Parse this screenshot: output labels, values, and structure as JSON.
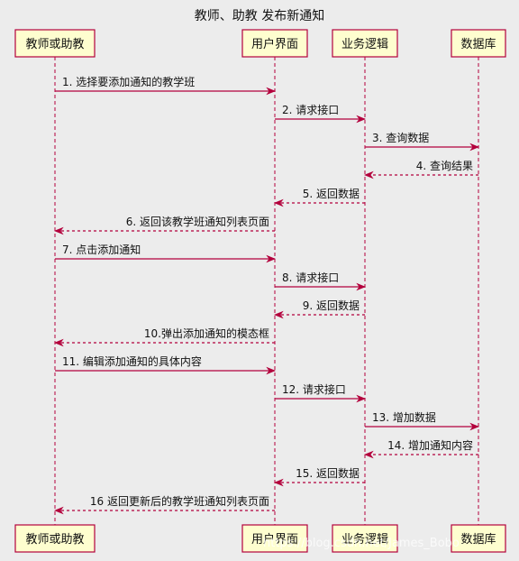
{
  "title": "教师、助教 发布新通知",
  "participants": [
    {
      "id": "teacher",
      "label": "教师或助教"
    },
    {
      "id": "ui",
      "label": "用户界面"
    },
    {
      "id": "logic",
      "label": "业务逻辑"
    },
    {
      "id": "db",
      "label": "数据库"
    }
  ],
  "messages": [
    {
      "from": "teacher",
      "to": "ui",
      "label": "1. 选择要添加通知的教学班",
      "reply": false
    },
    {
      "from": "ui",
      "to": "logic",
      "label": "2. 请求接口",
      "reply": false
    },
    {
      "from": "logic",
      "to": "db",
      "label": "3. 查询数据",
      "reply": false
    },
    {
      "from": "db",
      "to": "logic",
      "label": "4. 查询结果",
      "reply": true
    },
    {
      "from": "logic",
      "to": "ui",
      "label": "5. 返回数据",
      "reply": true
    },
    {
      "from": "ui",
      "to": "teacher",
      "label": "6. 返回该教学班通知列表页面",
      "reply": true
    },
    {
      "from": "teacher",
      "to": "ui",
      "label": "7.      点击添加通知",
      "reply": false
    },
    {
      "from": "ui",
      "to": "logic",
      "label": "8. 请求接口",
      "reply": false
    },
    {
      "from": "logic",
      "to": "ui",
      "label": "9. 返回数据",
      "reply": true
    },
    {
      "from": "ui",
      "to": "teacher",
      "label": "10.弹出添加通知的模态框",
      "reply": true
    },
    {
      "from": "teacher",
      "to": "ui",
      "label": "11. 编辑添加通知的具体内容",
      "reply": false
    },
    {
      "from": "ui",
      "to": "logic",
      "label": "12. 请求接口",
      "reply": false
    },
    {
      "from": "logic",
      "to": "db",
      "label": "13. 增加数据",
      "reply": false
    },
    {
      "from": "db",
      "to": "logic",
      "label": "14. 增加通知内容",
      "reply": true
    },
    {
      "from": "logic",
      "to": "ui",
      "label": "15. 返回数据",
      "reply": true
    },
    {
      "from": "ui",
      "to": "teacher",
      "label": "16 返回更新后的教学班通知列表页面",
      "reply": true
    }
  ],
  "watermark": "https://blog.csdn.net/James_Bobo"
}
